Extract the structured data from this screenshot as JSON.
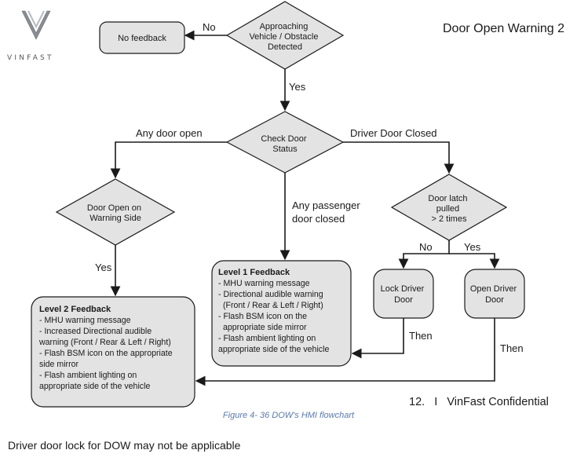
{
  "brand": {
    "name": "VINFAST"
  },
  "header": {
    "title": "Door Open Warning 2"
  },
  "footer": {
    "confidential": "12.   I   VinFast Confidential"
  },
  "caption": "Figure 4- 36 DOW's HMI flowchart",
  "note": "Driver door lock for DOW may not be applicable",
  "nodes": {
    "approaching": [
      "Approaching",
      "Vehicle / Obstacle",
      "Detected"
    ],
    "no_feedback": [
      "No feedback"
    ],
    "check_door": [
      "Check Door",
      "Status"
    ],
    "door_open_side": [
      "Door Open on",
      "Warning Side"
    ],
    "door_latch": [
      "Door latch",
      "pulled",
      "> 2 times"
    ],
    "lock_driver": [
      "Lock Driver",
      "Door"
    ],
    "open_driver": [
      "Open Driver",
      "Door"
    ]
  },
  "edge_labels": {
    "no": "No",
    "yes_top": "Yes",
    "any_door_open": "Any door open",
    "driver_door_closed": "Driver Door Closed",
    "any_passenger": [
      "Any passenger",
      "door closed"
    ],
    "yes_left": "Yes",
    "latch_no": "No",
    "latch_yes": "Yes",
    "then_lock": "Then",
    "then_open": "Then"
  },
  "level1": {
    "title": "Level 1 Feedback",
    "lines": [
      "- MHU warning message",
      "- Directional audible warning",
      "  (Front / Rear & Left / Right)",
      "- Flash BSM icon on the",
      "  appropriate side mirror",
      "- Flash ambient lighting on",
      "appropriate side of the vehicle"
    ]
  },
  "level2": {
    "title": "Level 2 Feedback",
    "lines": [
      "- MHU warning message",
      "- Increased Directional audible",
      "warning  (Front / Rear & Left / Right)",
      "- Flash BSM icon on the appropriate",
      "side mirror",
      "- Flash ambient lighting on",
      "appropriate side of the vehicle"
    ]
  },
  "colors": {
    "node_fill": "#e3e3e3",
    "stroke": "#1a1a1a",
    "caption": "#5a7aa8"
  }
}
